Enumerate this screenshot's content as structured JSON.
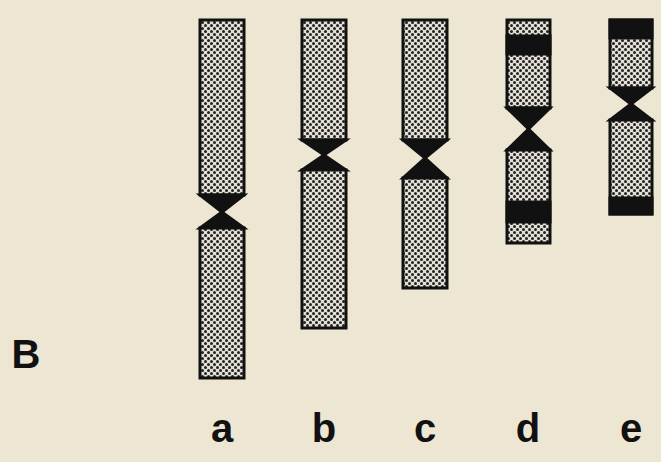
{
  "diagram": {
    "labels": [
      "B",
      "a",
      "b",
      "c",
      "d",
      "e"
    ]
  }
}
